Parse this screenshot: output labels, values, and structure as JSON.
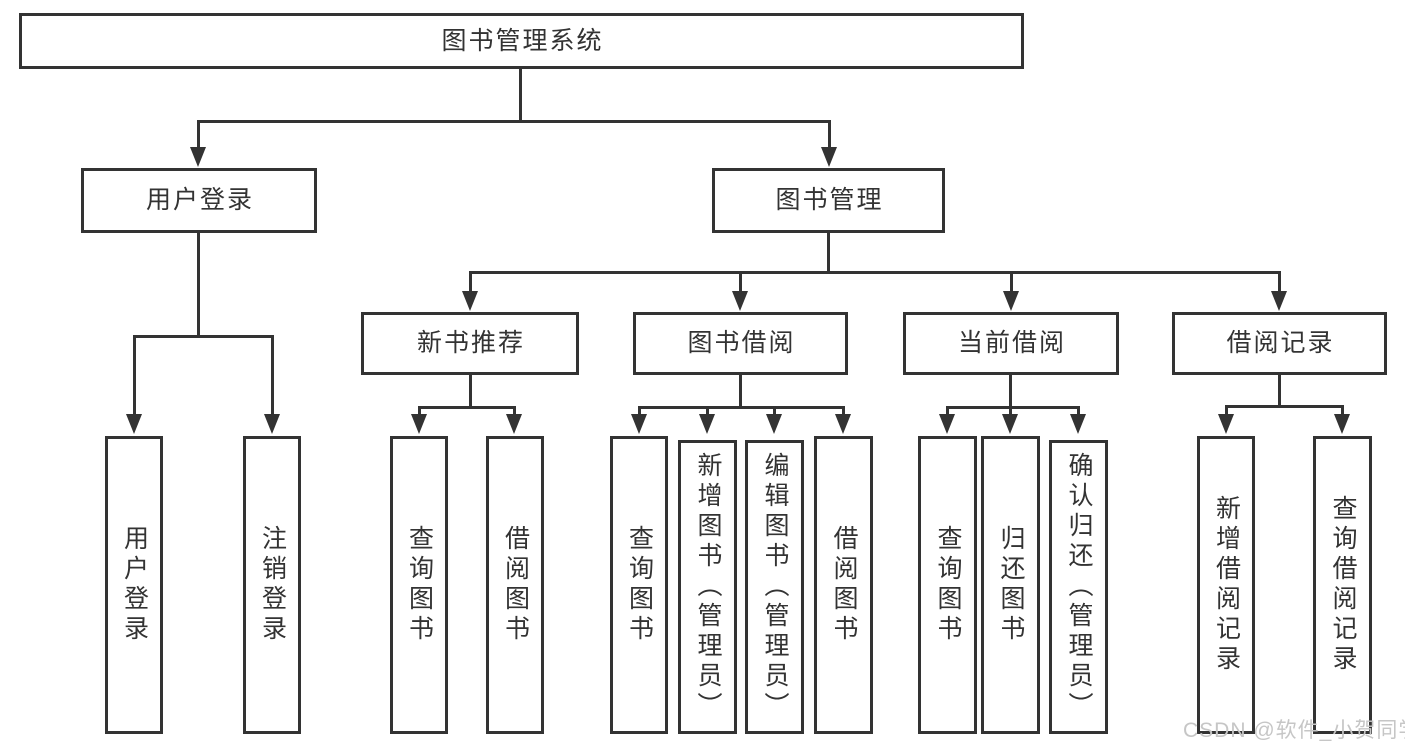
{
  "colors": {
    "line": "#333333",
    "text": "#333333",
    "watermark": "#c6c6c6",
    "background": "#ffffff"
  },
  "diagram": {
    "type": "function-tree",
    "root": {
      "label": "图书管理系统"
    },
    "branches": [
      {
        "label": "用户登录",
        "children": [
          {
            "label": "用户登录"
          },
          {
            "label": "注销登录"
          }
        ]
      },
      {
        "label": "图书管理",
        "children": [
          {
            "label": "新书推荐",
            "children": [
              {
                "label": "查询图书"
              },
              {
                "label": "借阅图书"
              }
            ]
          },
          {
            "label": "图书借阅",
            "children": [
              {
                "label": "查询图书"
              },
              {
                "label": "新增图书（管理员）"
              },
              {
                "label": "编辑图书（管理员）"
              },
              {
                "label": "借阅图书"
              }
            ]
          },
          {
            "label": "当前借阅",
            "children": [
              {
                "label": "查询图书"
              },
              {
                "label": "归还图书"
              },
              {
                "label": "确认归还（管理员）"
              }
            ]
          },
          {
            "label": "借阅记录",
            "children": [
              {
                "label": "新增借阅记录"
              },
              {
                "label": "查询借阅记录"
              }
            ]
          }
        ]
      }
    ]
  },
  "watermark": {
    "text": "CSDN @软件_小贺同学"
  }
}
